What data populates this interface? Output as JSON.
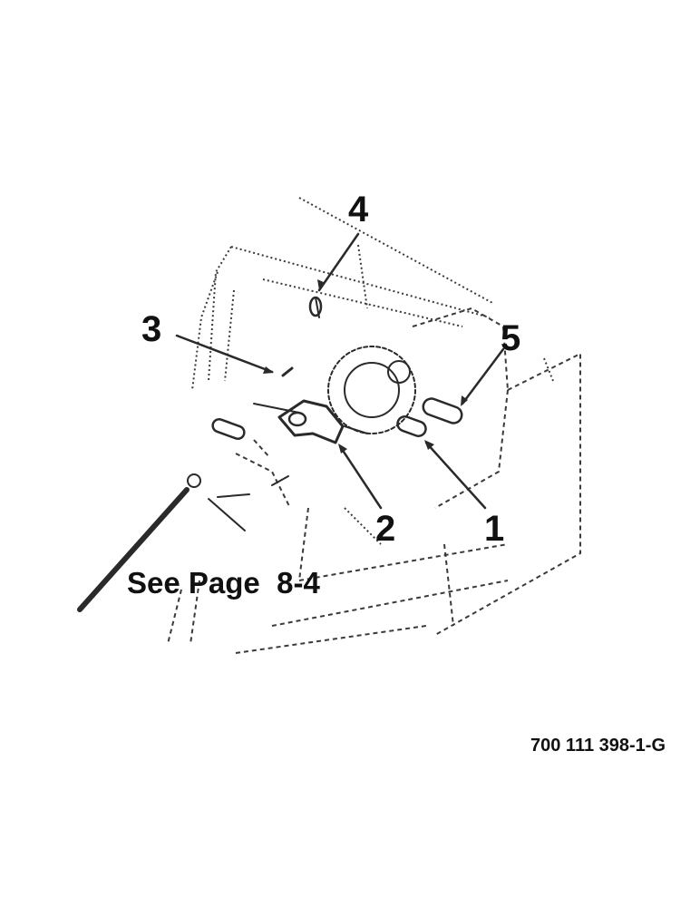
{
  "callouts": [
    {
      "id": "1",
      "label": "1"
    },
    {
      "id": "2",
      "label": "2"
    },
    {
      "id": "3",
      "label": "3"
    },
    {
      "id": "4",
      "label": "4"
    },
    {
      "id": "5",
      "label": "5"
    }
  ],
  "cross_reference": "See Page  8-4",
  "figure_id": "700 111 398-1-G"
}
